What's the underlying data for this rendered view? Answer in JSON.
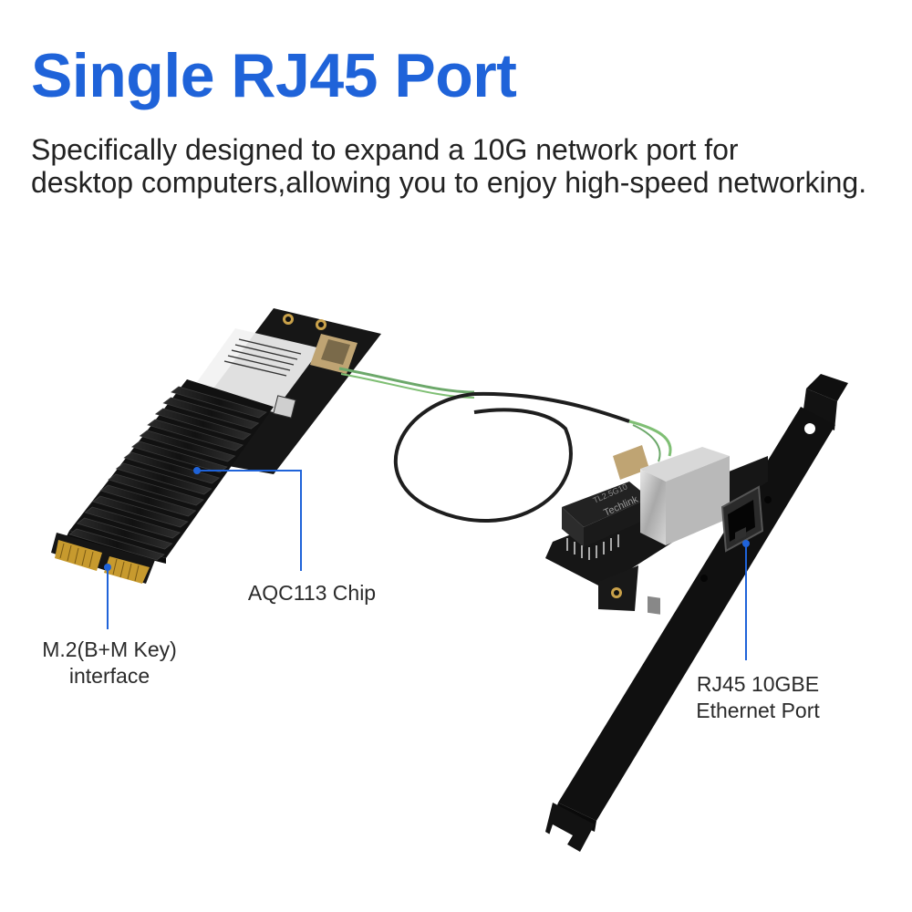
{
  "colors": {
    "accent": "#1f63d9",
    "callout_line": "#1f63d9",
    "heatsink": "#1c1c1c",
    "pcb": "#151515",
    "bracket": "#101010",
    "cable": "#1e1e1e",
    "gold_contacts": "#c79a2e"
  },
  "header": {
    "title": "Single RJ45 Port",
    "subtitle_line1": "Specifically designed to expand a 10G network port for",
    "subtitle_line2": "desktop computers,allowing you to enjoy high-speed networking."
  },
  "callouts": {
    "chip": {
      "line1": "AQC113 Chip"
    },
    "interface": {
      "line1": "M.2(B+M Key)",
      "line2": "interface"
    },
    "port": {
      "line1": "RJ45 10GBE",
      "line2": "Ethernet Port"
    }
  },
  "product_markings": {
    "board_brand": "Techlink",
    "board_model": "TL2.5G10"
  }
}
